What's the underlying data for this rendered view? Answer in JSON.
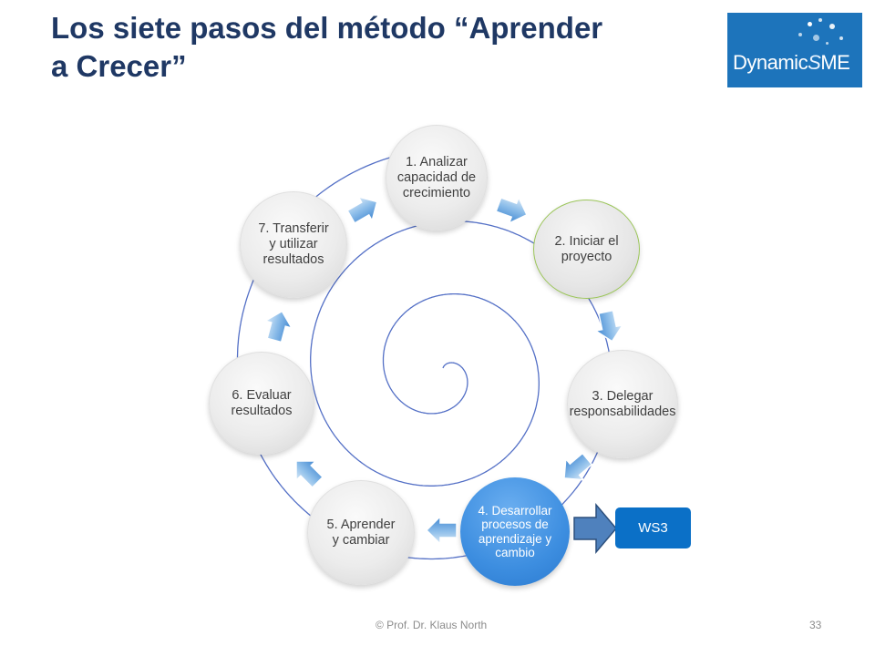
{
  "title_line1": "Los siete pasos del método “Aprender",
  "title_line2": "a Crecer”",
  "logo": {
    "text_main": "Dynamic",
    "text_tail": "ME",
    "bg_color": "#1d74bb"
  },
  "steps": [
    {
      "label": "1. Analizar capacidad de crecimiento",
      "style": "grey"
    },
    {
      "label": "2. Iniciar el proyecto",
      "style": "green"
    },
    {
      "label": "3. Delegar responsabilidades",
      "style": "grey"
    },
    {
      "label": "4. Desarrollar procesos de aprendizaje y cambio",
      "style": "blue"
    },
    {
      "label": "5. Aprender y cambiar",
      "style": "grey"
    },
    {
      "label": "6. Evaluar resultados",
      "style": "grey"
    },
    {
      "label": "7. Transferir y utilizar resultados",
      "style": "grey"
    }
  ],
  "callout": {
    "label": "WS3",
    "color": "#0b70c7"
  },
  "footer": {
    "copyright": "© Prof. Dr. Klaus North",
    "page_number": "33"
  },
  "colors": {
    "title": "#1f3864",
    "arrow": "#5b9bd5",
    "spiral": "#5470c6",
    "step_highlight": "#3d8ee0",
    "step_border_green": "#9bc55a"
  }
}
